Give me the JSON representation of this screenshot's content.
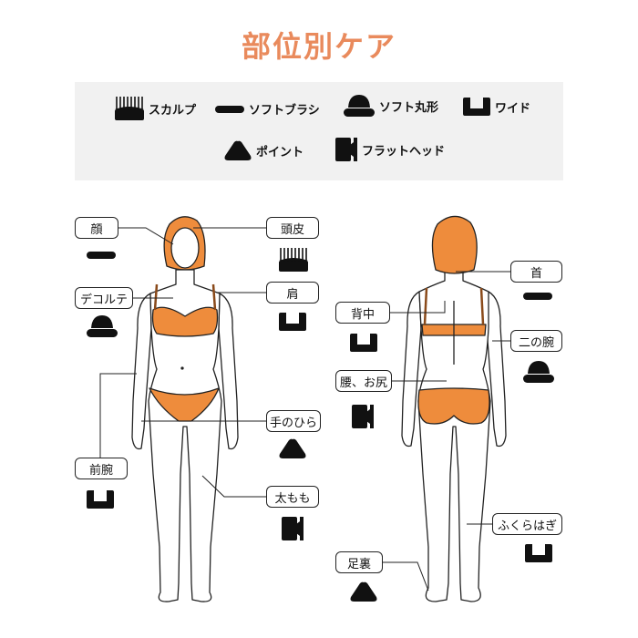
{
  "title": "部位別ケア",
  "colors": {
    "title": "#e98a5c",
    "body_accent": "#ee8c3c",
    "legend_bg": "#f1f1f1"
  },
  "legend": [
    {
      "icon": "scalp-icon",
      "label": "スカルプ"
    },
    {
      "icon": "soft-brush-icon",
      "label": "ソフトブラシ"
    },
    {
      "icon": "soft-round-icon",
      "label": "ソフト丸形"
    },
    {
      "icon": "wide-icon",
      "label": "ワイド"
    },
    {
      "icon": "point-icon",
      "label": "ポイント"
    },
    {
      "icon": "flat-head-icon",
      "label": "フラットヘッド"
    }
  ],
  "front": [
    {
      "label": "顔",
      "icon": "soft-brush-icon"
    },
    {
      "label": "頭皮",
      "icon": "scalp-icon"
    },
    {
      "label": "デコルテ",
      "icon": "soft-round-icon"
    },
    {
      "label": "肩",
      "icon": "wide-icon"
    },
    {
      "label": "前腕",
      "icon": "wide-icon"
    },
    {
      "label": "手のひら",
      "icon": "point-icon"
    },
    {
      "label": "太もも",
      "icon": "flat-head-icon"
    }
  ],
  "back": [
    {
      "label": "首",
      "icon": "soft-brush-icon"
    },
    {
      "label": "背中",
      "icon": "wide-icon"
    },
    {
      "label": "二の腕",
      "icon": "soft-round-icon"
    },
    {
      "label": "腰、お尻",
      "icon": "flat-head-icon"
    },
    {
      "label": "ふくらはぎ",
      "icon": "wide-icon"
    },
    {
      "label": "足裏",
      "icon": "point-icon"
    }
  ]
}
